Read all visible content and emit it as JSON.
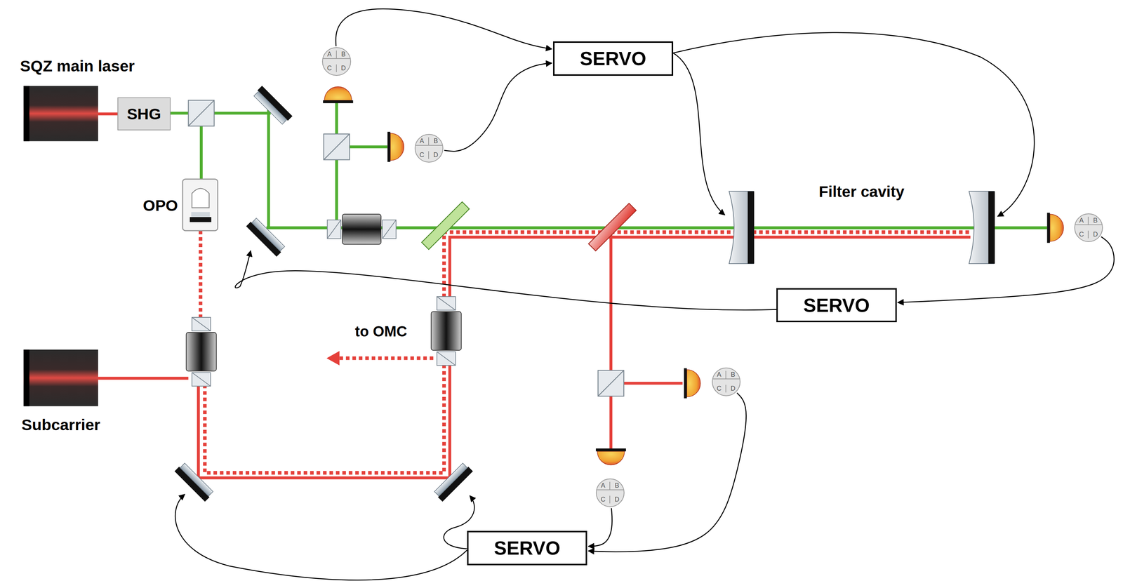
{
  "diagram": {
    "nodes": [
      {
        "text": [
          "SQZ main laser"
        ]
      },
      {
        "text": [
          "SHG"
        ]
      },
      {
        "text": [
          "OPO"
        ]
      },
      {
        "text": [
          "A",
          "B",
          "C",
          "D"
        ]
      },
      {
        "text": [
          "SERVO"
        ]
      },
      {
        "text": [
          "A",
          "B",
          "C",
          "D"
        ]
      },
      {
        "text": [
          "A",
          "B",
          "C",
          "D"
        ]
      },
      {
        "text": [
          "SERVO"
        ]
      },
      {
        "text": [
          "Subcarrier"
        ]
      },
      {
        "text": [
          "A",
          "B",
          "C",
          "D"
        ]
      },
      {
        "text": [
          "A",
          "B",
          "C",
          "D"
        ]
      },
      {
        "text": [
          "SERVO"
        ]
      }
    ],
    "edges": [
      {
        "from": 3,
        "to": 4,
        "arrow": "to"
      },
      {
        "from": 5,
        "to": 4,
        "arrow": "to"
      },
      {
        "from": 6,
        "to": 7,
        "arrow": "to"
      },
      {
        "from": 9,
        "to": 11,
        "arrow": "to"
      },
      {
        "from": 10,
        "to": 11,
        "arrow": "to"
      }
    ],
    "labels": [
      "Filter cavity",
      "to OMC"
    ]
  }
}
